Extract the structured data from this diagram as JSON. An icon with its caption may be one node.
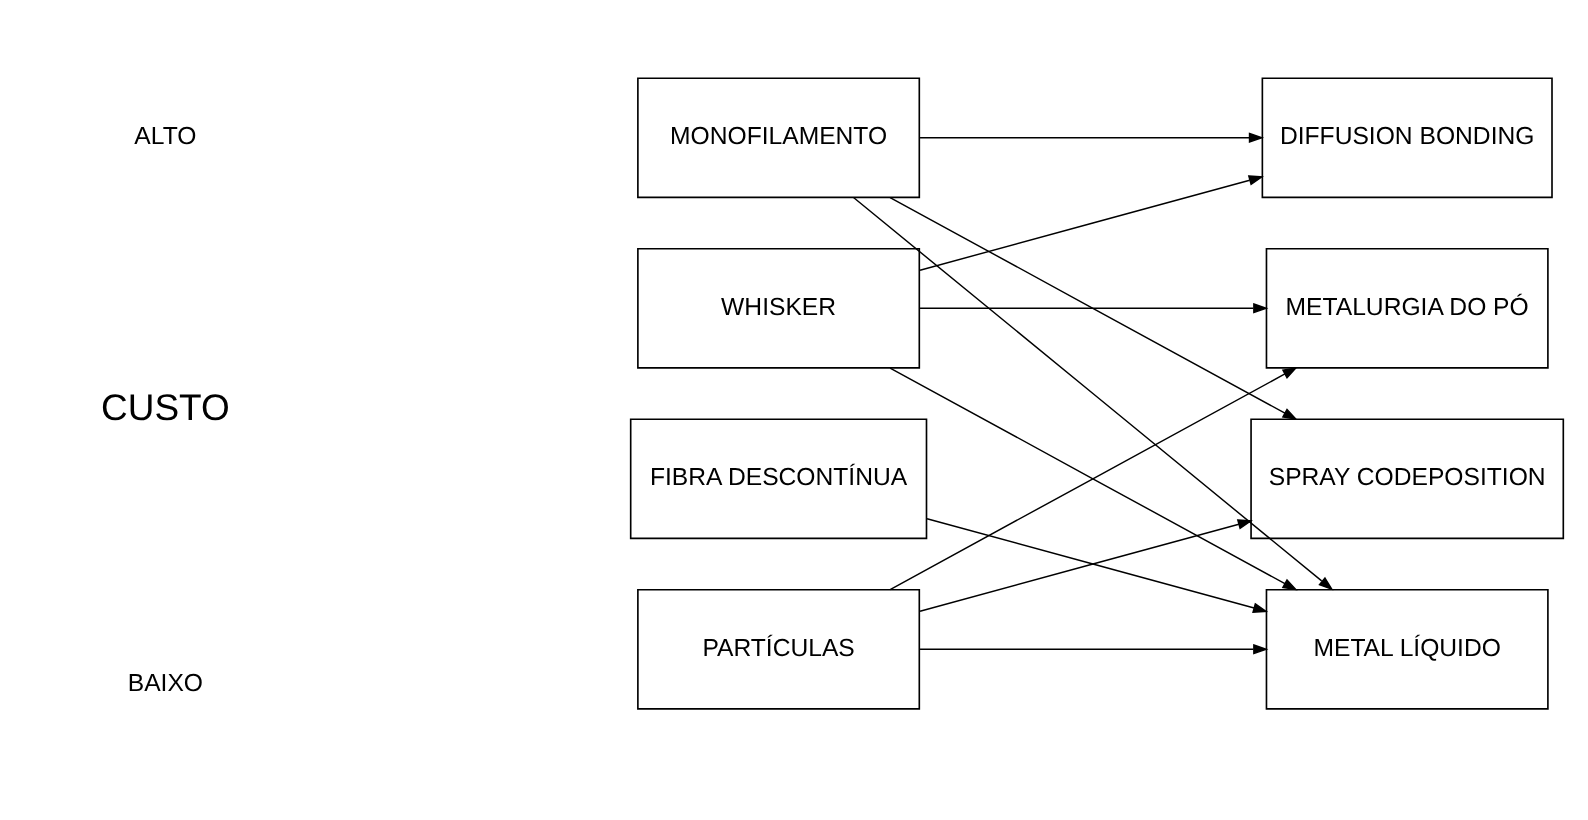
{
  "diagram": {
    "nodes": [
      {
        "text": [
          "MONOFILAMENTO"
        ]
      },
      {
        "text": [
          "WHISKER"
        ]
      },
      {
        "text": [
          "FIBRA DESCONTÍNUA"
        ]
      },
      {
        "text": [
          "PARTÍCULAS"
        ]
      },
      {
        "text": [
          "DIFFUSION BONDING"
        ]
      },
      {
        "text": [
          "METALURGIA DO PÓ"
        ]
      },
      {
        "text": [
          "SPRAY CODEPOSITION"
        ]
      },
      {
        "text": [
          "METAL LÍQUIDO"
        ]
      }
    ],
    "edges": [
      {
        "from": 0,
        "to": 4,
        "arrow": "to"
      },
      {
        "from": 0,
        "to": 6,
        "arrow": "to"
      },
      {
        "from": 0,
        "to": 7,
        "arrow": "to"
      },
      {
        "from": 1,
        "to": 4,
        "arrow": "to"
      },
      {
        "from": 1,
        "to": 5,
        "arrow": "to"
      },
      {
        "from": 1,
        "to": 7,
        "arrow": "to"
      },
      {
        "from": 2,
        "to": 7,
        "arrow": "to"
      },
      {
        "from": 3,
        "to": 5,
        "arrow": "to"
      },
      {
        "from": 3,
        "to": 6,
        "arrow": "to"
      },
      {
        "from": 3,
        "to": 7,
        "arrow": "to"
      }
    ],
    "labels": [
      "ALTO",
      "CUSTO",
      "BAIXO"
    ]
  }
}
